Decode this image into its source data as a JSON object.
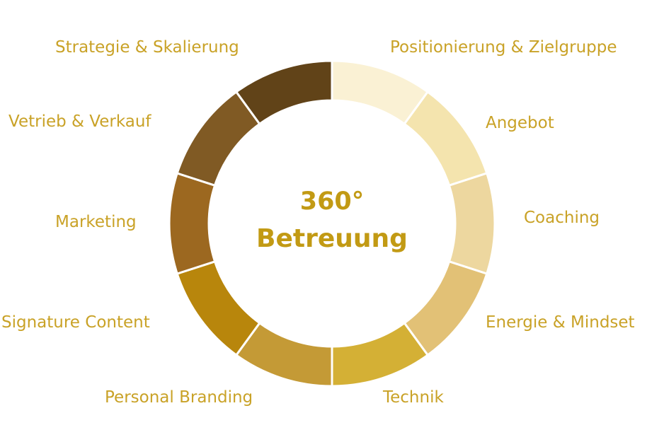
{
  "center": {
    "line1": "360°",
    "line2": "Betreuung"
  },
  "colors": {
    "text": "#C9A227",
    "center_text": "#C29A14"
  },
  "segments": [
    {
      "label": "Positionierung & Zielgruppe",
      "color": "#FAF1D4"
    },
    {
      "label": "Angebot",
      "color": "#F4E4AE"
    },
    {
      "label": "Coaching",
      "color": "#EDD79F"
    },
    {
      "label": "Energie & Mindset",
      "color": "#E2C176"
    },
    {
      "label": "Technik",
      "color": "#D4B035"
    },
    {
      "label": "Personal Branding",
      "color": "#C49A36"
    },
    {
      "label": "Signature Content",
      "color": "#B8860C"
    },
    {
      "label": "Marketing",
      "color": "#9C6820"
    },
    {
      "label": "Vetrieb & Verkauf",
      "color": "#805A24"
    },
    {
      "label": "Strategie & Skalierung",
      "color": "#614318"
    }
  ]
}
